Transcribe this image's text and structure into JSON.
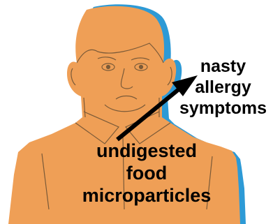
{
  "figure": {
    "colors": {
      "skin": "#ef9f56",
      "shadow": "#2d9ad6",
      "outline": "#7a5a38",
      "arrow": "#000000",
      "text": "#000000"
    },
    "icons": [
      "person-illustration",
      "arrow-icon"
    ]
  },
  "symptoms": {
    "line1": "nasty",
    "line2": "allergy",
    "line3": "symptoms"
  },
  "cause": {
    "line1": "undigested",
    "line2": "food",
    "line3": "microparticles"
  }
}
